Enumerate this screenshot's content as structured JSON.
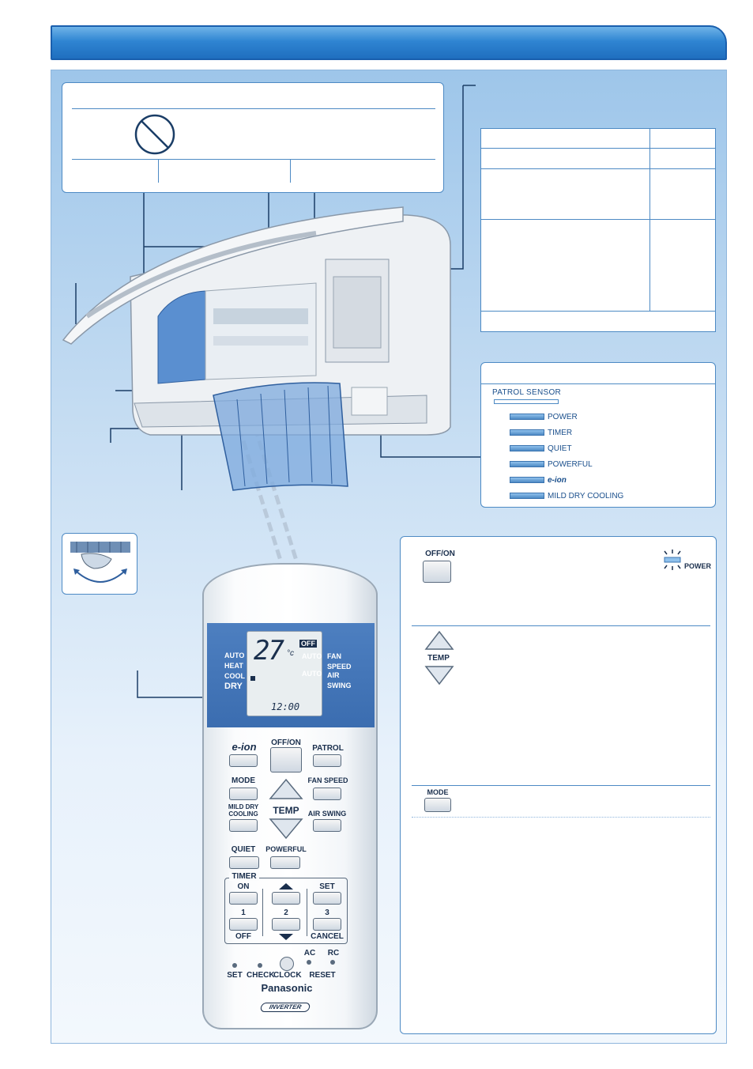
{
  "header": {
    "title": ""
  },
  "remote": {
    "modes": [
      "AUTO",
      "HEAT",
      "COOL",
      "DRY"
    ],
    "lcd_temp": "27",
    "lcd_unit": "°c",
    "lcd_off": "OFF",
    "lcd_auto1": "AUTO",
    "lcd_auto2": "AUTO",
    "lcd_fan_speed": "FAN SPEED",
    "lcd_air_swing": "AIR SWING",
    "lcd_clock": "12:00",
    "btn_eion": "e-ion",
    "btn_offon": "OFF/ON",
    "btn_patrol": "PATROL",
    "btn_mode": "MODE",
    "btn_fan_speed": "FAN SPEED",
    "btn_mild_dry": "MILD DRY COOLING",
    "btn_temp": "TEMP",
    "btn_air_swing": "AIR SWING",
    "btn_quiet": "QUIET",
    "btn_powerful": "POWERFUL",
    "timer_label": "TIMER",
    "timer_on": "ON",
    "timer_set": "SET",
    "timer_1": "1",
    "timer_2": "2",
    "timer_3": "3",
    "timer_off": "OFF",
    "timer_cancel": "CANCEL",
    "ac": "AC",
    "rc": "RC",
    "set": "SET",
    "check": "CHECK",
    "clock": "CLOCK",
    "reset": "RESET",
    "brand": "Panasonic",
    "inverter": "INVERTER"
  },
  "indicators": {
    "patrol_sensor": "PATROL SENSOR",
    "items": [
      "POWER",
      "TIMER",
      "QUIET",
      "POWERFUL",
      "e-ion",
      "MILD DRY COOLING"
    ]
  },
  "operations": {
    "offon_label": "OFF/ON",
    "power_label": "POWER",
    "temp_label": "TEMP",
    "mode_label": "MODE"
  },
  "colors": {
    "accent": "#2f85d2",
    "line": "#4d8ac4",
    "lcd_blue": "#3b6db0"
  }
}
